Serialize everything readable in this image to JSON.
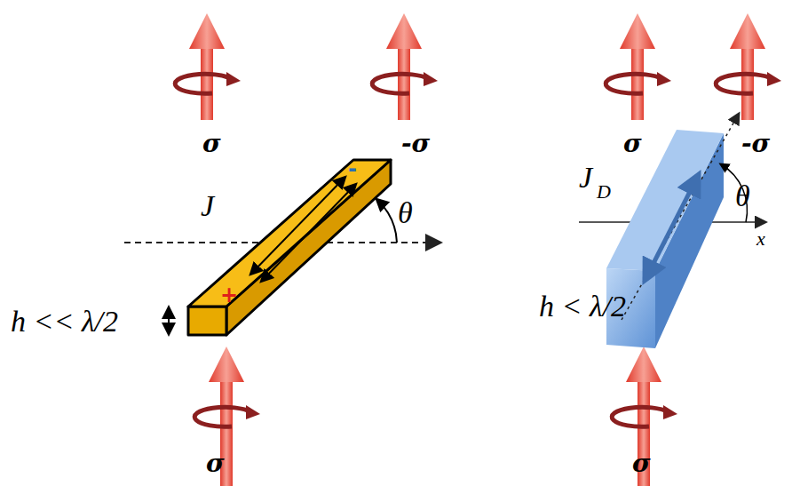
{
  "diagram": {
    "labels": [
      "σ",
      "-σ",
      "J",
      "+",
      "-",
      "θ",
      "h << λ/2",
      "σ",
      "σ",
      "-σ",
      "J",
      "D",
      "θ",
      "x",
      "h < λ/2",
      "σ"
    ]
  }
}
